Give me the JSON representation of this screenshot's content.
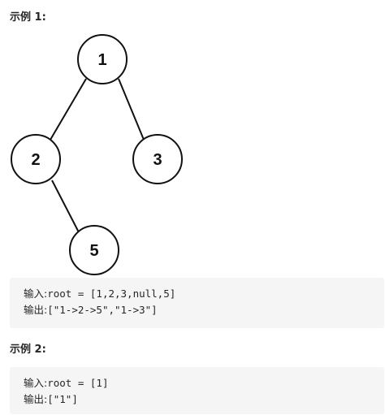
{
  "example1": {
    "title": "示例 1:",
    "tree": {
      "nodes": [
        {
          "id": "n1",
          "label": "1"
        },
        {
          "id": "n2",
          "label": "2"
        },
        {
          "id": "n3",
          "label": "3"
        },
        {
          "id": "n5",
          "label": "5"
        }
      ],
      "edges": [
        [
          "n1",
          "n2"
        ],
        [
          "n1",
          "n3"
        ],
        [
          "n2",
          "n5"
        ]
      ]
    },
    "input_label": "输入:",
    "input_value": "root = [1,2,3,null,5]",
    "output_label": "输出:",
    "output_value": "[\"1->2->5\",\"1->3\"]"
  },
  "example2": {
    "title": "示例 2:",
    "input_label": "输入:",
    "input_value": "root = [1]",
    "output_label": "输出:",
    "output_value": "[\"1\"]"
  }
}
